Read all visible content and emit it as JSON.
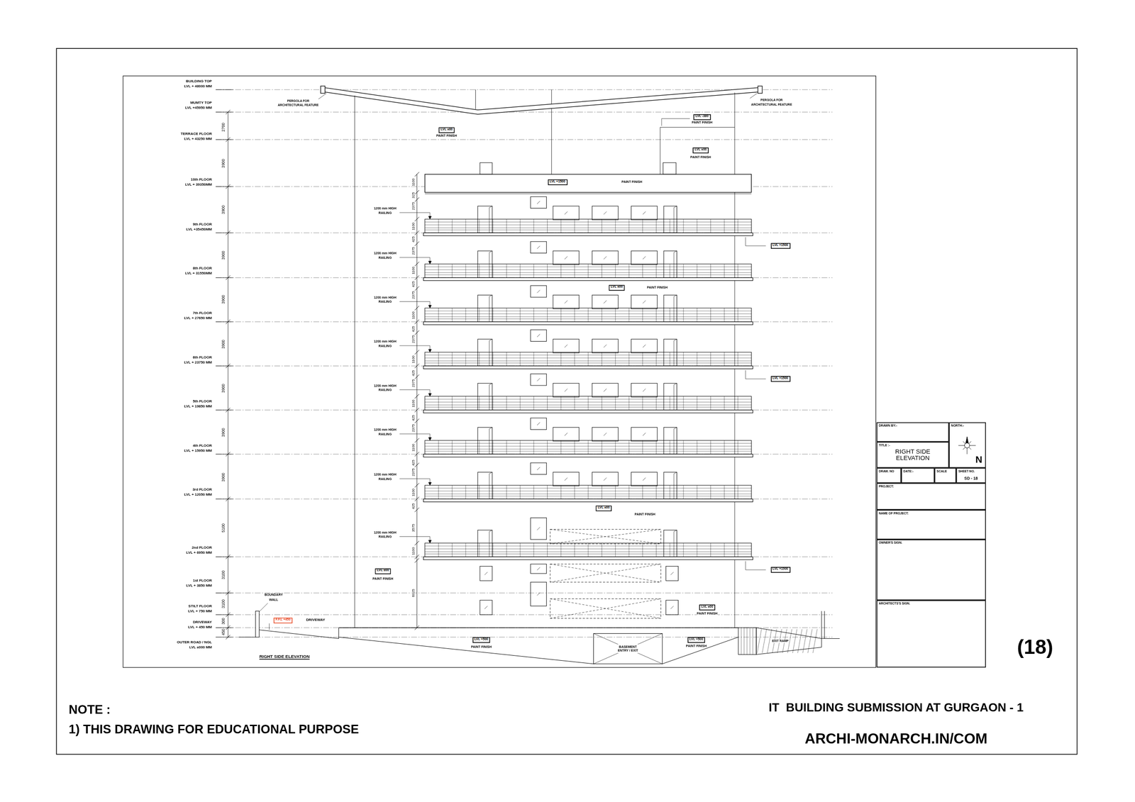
{
  "diagram": {
    "nodes": [
      {
        "text": [
          "LVL ±00"
        ]
      },
      {
        "text": [
          "LVL -380"
        ]
      },
      {
        "text": [
          "LVL ±00"
        ]
      },
      {
        "text": [
          "LVL +1500"
        ]
      },
      {
        "text": [
          "LVL +1500"
        ]
      },
      {
        "text": [
          "LVL ±00"
        ]
      },
      {
        "text": [
          "LVL +1500"
        ]
      },
      {
        "text": [
          "LVL ±00"
        ]
      },
      {
        "text": [
          "LVL ±00"
        ]
      },
      {
        "text": [
          "LVL +1500"
        ]
      },
      {
        "text": [
          "LVL ±00"
        ]
      },
      {
        "text": [
          "F.F.L +450"
        ]
      },
      {
        "text": [
          "LVL +500"
        ]
      },
      {
        "text": [
          "BASEMENT ENTRY / EXIT"
        ]
      },
      {
        "text": [
          "LVL +500"
        ]
      },
      {
        "text": [
          "DRAWN BY:-"
        ]
      },
      {
        "text": [
          "NORTH:-",
          "N"
        ]
      },
      {
        "text": [
          "TITLE :-",
          "RIGHT SIDE ELEVATION"
        ]
      },
      {
        "text": [
          "DRAW. NO"
        ]
      },
      {
        "text": [
          "DATE:-"
        ]
      },
      {
        "text": [
          "SCALE"
        ]
      },
      {
        "text": [
          "SHEET NO.",
          "SD - 18"
        ]
      },
      {
        "text": [
          "PROJECT:"
        ]
      },
      {
        "text": [
          "NAME OF PROJECT:"
        ]
      },
      {
        "text": [
          "OWNER'S SIGN."
        ]
      },
      {
        "text": [
          "ARCHITECTS'S SIGN."
        ]
      },
      {
        "text": [
          "NOTE :",
          "1) THIS DRAWING FOR EDUCATIONAL PURPOSE"
        ]
      },
      {
        "text": [
          "IT  BUILDING SUBMISSION AT GURGAON - 1"
        ]
      },
      {
        "text": [
          "ARCHI-MONARCH.IN/COM"
        ]
      }
    ],
    "labels": [
      "BUILDING TOP",
      "LVL + 48000 MM",
      "MUMTY TOP",
      "LVL +45950 MM",
      "TERRACE FLOOR",
      "LVL + 43250 MM",
      "10th FLOOR",
      "LVL + 39350MM",
      "9th FLOOR",
      "LVL +35450MM",
      "8th FLOOR",
      "LVL + 31550MM",
      "7th FLOOR",
      "LVL + 27650 MM",
      "6th FLOOR",
      "LVL + 23750 MM",
      "5th FLOOR",
      "LVL + 19850 MM",
      "4th FLOOR",
      "LVL + 15950 MM",
      "3rd FLOOR",
      "LVL + 12050 MM",
      "2nd FLOOR",
      "LVL + 6950 MM",
      "1st FLOOR",
      "LVL + 3850 MM",
      "STILT FLOOR",
      "LVL + 750 MM",
      "DRIVEWAY",
      "LVL + 450 MM",
      "OUTER ROAD / NGL",
      "LVL ±000 MM",
      "2700",
      "3900",
      "3900",
      "3900",
      "3900",
      "3900",
      "3900",
      "3900",
      "3900",
      "5100",
      "3100",
      "3100",
      "300",
      "450",
      "1100",
      "325",
      "2375",
      "1100",
      "425",
      "2375",
      "1100",
      "425",
      "2375",
      "1100",
      "425",
      "2375",
      "1100",
      "425",
      "2375",
      "1100",
      "425",
      "2375",
      "1100",
      "425",
      "2375",
      "1100",
      "425",
      "3575",
      "1100",
      "6025",
      "1200 mm HIGH",
      "RAILING",
      "1200 mm HIGH",
      "RAILING",
      "1200 mm HIGH",
      "RAILING",
      "1200 mm HIGH",
      "RAILING",
      "1200 mm HIGH",
      "RAILING",
      "1200 mm HIGH",
      "RAILING",
      "1200 mm HIGH",
      "RAILING",
      "1200 mm HIGH",
      "RAILING",
      "PERGOLA FOR",
      "ARCHITECTURAL FEATURE",
      "PERGOLA FOR",
      "ARCHITECTURAL FEATURE",
      "PAINT FINISH",
      "PAINT FINISH",
      "PAINT FINISH",
      "PAINT FINISH",
      "PAINT FINISH",
      "PAINT FINISH",
      "PAINT FINISH",
      "PAINT FINISH",
      "PAINT FINISH",
      "PAINT FINISH",
      "BOUNDARY",
      "WALL",
      "DRIVEWAY",
      "EXIT RAMP",
      "RIGHT SIDE ELEVATION",
      "(18)"
    ]
  }
}
